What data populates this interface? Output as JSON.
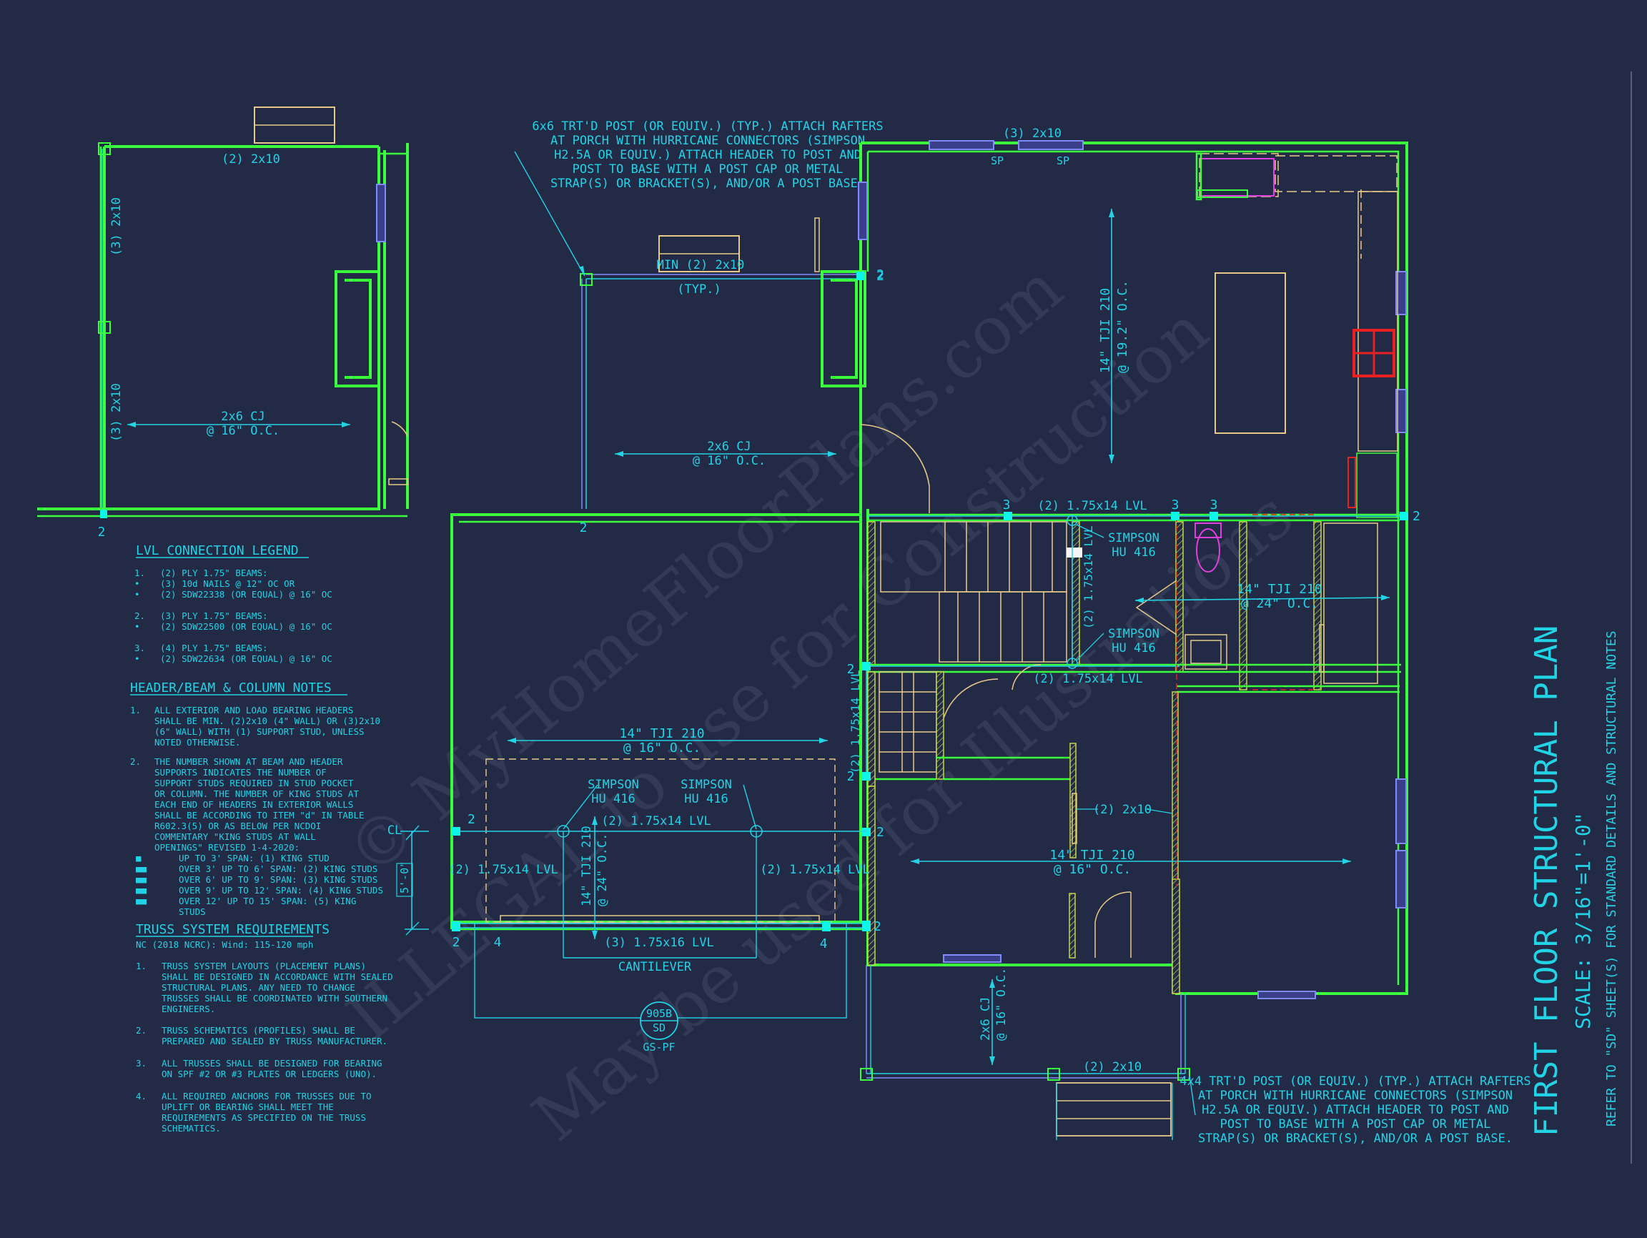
{
  "sheet": {
    "title": "FIRST FLOOR STRUCTURAL PLAN",
    "scale": "SCALE: 3/16\"=1'-0\"",
    "refer_note": "REFER TO \"SD\" SHEET(S) FOR STANDARD DETAILS AND STRUCTURAL NOTES"
  },
  "watermarks": [
    "© MyHomeFloorPlans.com",
    "ILLEGAL to use for Construction",
    "May be used for Illustrations"
  ],
  "porch_left_note": [
    "6x6 TRT'D POST (OR EQUIV.) (TYP.) ATTACH RAFTERS",
    "AT PORCH WITH HURRICANE CONNECTORS (SIMPSON",
    "H2.5A OR EQUIV.) ATTACH HEADER TO POST AND",
    "POST TO BASE WITH A POST CAP OR METAL",
    "STRAP(S) OR BRACKET(S), AND/OR A POST BASE."
  ],
  "porch_front_note": [
    "4x4 TRT'D POST (OR EQUIV.) (TYP.) ATTACH RAFTERS",
    "AT PORCH WITH HURRICANE CONNECTORS (SIMPSON",
    "H2.5A OR EQUIV.) ATTACH HEADER TO POST AND",
    "POST TO BASE WITH A POST CAP OR METAL",
    "STRAP(S) OR BRACKET(S), AND/OR A POST BASE."
  ],
  "labels": {
    "garage_header": "(2) 2x10",
    "garage_side_1": "(3) 2x10",
    "garage_side_2": "(3) 2x10",
    "garage_cj": "2x6 CJ",
    "garage_cj_oc": "@ 16\" O.C.",
    "min_header": "MIN (2) 2x10",
    "typ": "(TYP.)",
    "porch_cj": "2x6 CJ",
    "porch_cj_oc": "@ 16\" O.C.",
    "top_header": "(3) 2x10",
    "sp1": "SP",
    "sp2": "SP",
    "kitchen_tji": "14\" TJI 210",
    "kitchen_tji_oc": "@ 19.2\" O.C.",
    "lvl_top": "(2) 1.75x14 LVL",
    "simpson_1": "SIMPSON",
    "hu_1": "HU 416",
    "lvl_vert_stair": "(2) 1.75x14 LVL",
    "simpson_2": "SIMPSON",
    "hu_2": "HU 416",
    "lvl_mid": "(2) 1.75x14 LVL",
    "bath_tji": "14\" TJI 210",
    "bath_tji_oc": "@ 24\" O.C.",
    "lvl_vert_left": "(2) 1.75x14 LVL",
    "main_tji": "14\" TJI 210",
    "main_tji_oc": "@ 16\" O.C.",
    "simpson_3": "SIMPSON",
    "hu_3": "HU 416",
    "simpson_4": "SIMPSON",
    "hu_4": "HU 416",
    "lvl_center": "(2) 1.75x14 LVL",
    "lvl_left_side": "(2) 1.75x14 LVL",
    "lvl_right_side": "(2) 1.75x14 LVL",
    "center_tji": "14\" TJI 210",
    "center_tji_oc": "@ 24\" O.C.",
    "lvl_bottom": "(3) 1.75x16 LVL",
    "cantilever": "CANTILEVER",
    "hall_header": "(2) 2x10",
    "living_tji": "14\" TJI 210",
    "living_tji_oc": "@ 16\" O.C.",
    "front_cj": "2x6 CJ",
    "front_cj_oc": "@ 16\" O.C.",
    "front_header": "(2) 2x10",
    "cl": "CL",
    "dim_5ft": "5'-0\"",
    "detail_num": "905B",
    "detail_sheet": "SD",
    "detail_ref": "GS-PF"
  },
  "stud_counts": [
    "2",
    "2",
    "2",
    "2",
    "3",
    "3",
    "3",
    "2",
    "2",
    "2",
    "2",
    "2",
    "2",
    "4",
    "4",
    "2"
  ],
  "legend": {
    "lvl_title": "LVL CONNECTION LEGEND",
    "lvl_items": [
      {
        "num": "1.",
        "lines": [
          "(2) PLY 1.75\" BEAMS:",
          "(3) 10d NAILS @ 12\" OC OR",
          "(2) SDW22338 (OR EQUAL) @ 16\" OC"
        ]
      },
      {
        "num": "2.",
        "lines": [
          "(3) PLY 1.75\" BEAMS:",
          "(2) SDW22500 (OR EQUAL) @ 16\" OC"
        ]
      },
      {
        "num": "3.",
        "lines": [
          "(4) PLY 1.75\" BEAMS:",
          "(2) SDW22634 (OR EQUAL) @ 16\" OC"
        ]
      }
    ],
    "header_title": "HEADER/BEAM & COLUMN NOTES",
    "header_notes": [
      {
        "num": "1.",
        "lines": [
          "ALL EXTERIOR AND LOAD BEARING HEADERS",
          "SHALL BE MIN. (2)2x10 (4\" WALL) OR (3)2x10",
          "(6\" WALL) WITH (1) SUPPORT STUD, UNLESS",
          "NOTED OTHERWISE."
        ]
      },
      {
        "num": "2.",
        "lines": [
          "THE NUMBER SHOWN AT BEAM AND HEADER",
          "SUPPORTS INDICATES THE NUMBER OF",
          "SUPPORT STUDS REQUIRED IN STUD POCKET",
          "OR COLUMN. THE NUMBER OF KING STUDS AT",
          "EACH END OF HEADERS IN EXTERIOR WALLS",
          "SHALL BE ACCORDING TO ITEM \"d\" IN TABLE",
          "R602.3(5) OR AS BELOW PER NCDOI",
          "COMMENTARY \"KING STUDS AT WALL",
          "OPENINGS\" REVISED 1-4-2020:"
        ]
      }
    ],
    "king_studs": [
      {
        "mark": "■",
        "text": "UP TO 3' SPAN: (1) KING STUD"
      },
      {
        "mark": "■■",
        "text": "OVER 3' UP TO 6' SPAN: (2) KING STUDS"
      },
      {
        "mark": "■■",
        "text": "OVER 6' UP TO 9' SPAN: (3) KING STUDS"
      },
      {
        "mark": "■■",
        "text": "OVER 9' UP TO 12' SPAN: (4) KING STUDS"
      },
      {
        "mark": "■■",
        "text": "OVER 12' UP TO 15' SPAN: (5) KING"
      },
      {
        "mark": "",
        "text": "STUDS"
      }
    ],
    "truss_title": "TRUSS SYSTEM REQUIREMENTS",
    "truss_sub": "NC (2018 NCRC): Wind: 115-120 mph",
    "truss_notes": [
      {
        "num": "1.",
        "lines": [
          "TRUSS SYSTEM LAYOUTS (PLACEMENT PLANS)",
          "SHALL BE DESIGNED IN ACCORDANCE WITH SEALED",
          "STRUCTURAL PLANS. ANY NEED TO CHANGE",
          "TRUSSES SHALL BE COORDINATED WITH SOUTHERN",
          "ENGINEERS."
        ]
      },
      {
        "num": "2.",
        "lines": [
          "TRUSS SCHEMATICS (PROFILES) SHALL BE",
          "PREPARED AND SEALED BY TRUSS MANUFACTURER."
        ]
      },
      {
        "num": "3.",
        "lines": [
          "ALL TRUSSES SHALL BE DESIGNED FOR BEARING",
          "ON SPF #2 OR #3 PLATES OR LEDGERS (UNO)."
        ]
      },
      {
        "num": "4.",
        "lines": [
          "ALL REQUIRED ANCHORS FOR TRUSSES DUE TO",
          "UPLIFT OR BEARING SHALL MEET THE",
          "REQUIREMENTS AS SPECIFIED ON THE TRUSS",
          "SCHEMATICS."
        ]
      }
    ]
  },
  "colors": {
    "background": "#232a45",
    "wall": "#39ff3d",
    "annotation": "#22d3e6",
    "window": "#7f8bff",
    "fixture": "#e9c98a",
    "sink": "#e040e0",
    "range": "#e82020"
  }
}
